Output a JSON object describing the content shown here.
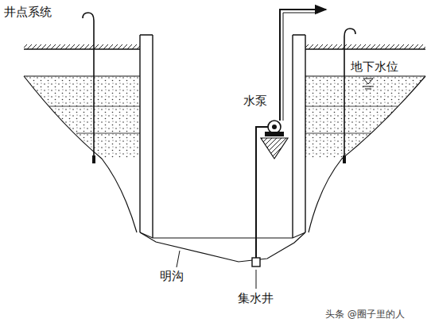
{
  "diagram": {
    "labels": [
      "井点系统",
      "地下水位",
      "水泵",
      "明沟",
      "集水井",
      "头条 @圈子里的人"
    ]
  }
}
